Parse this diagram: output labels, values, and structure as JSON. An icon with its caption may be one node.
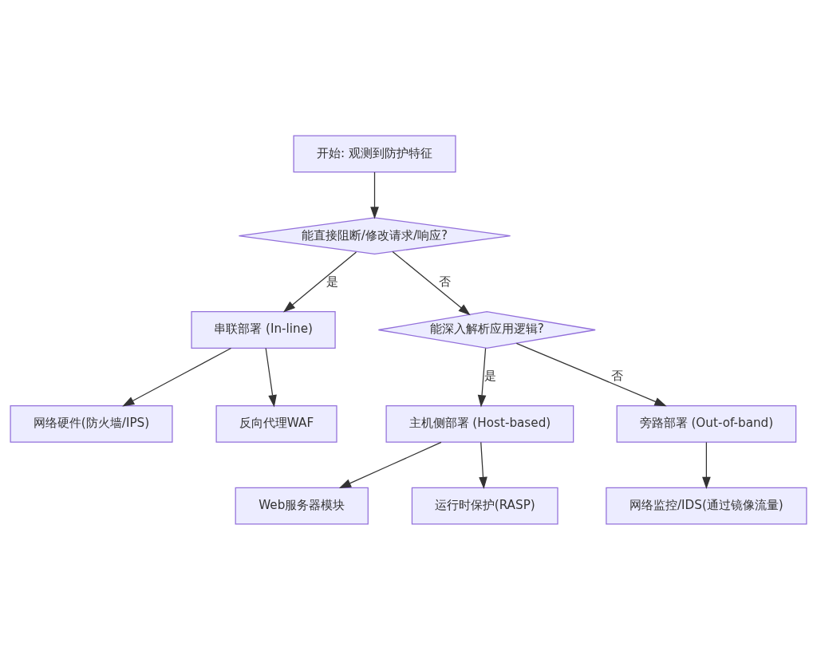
{
  "diagram": {
    "nodes": [
      {
        "text": [
          "开始: 观测到防护特征"
        ]
      },
      {
        "text": [
          "能直接阻断/修改请求/响应?"
        ]
      },
      {
        "text": [
          "串联部署 (In-line)"
        ]
      },
      {
        "text": [
          "能深入解析应用逻辑?"
        ]
      },
      {
        "text": [
          "网络硬件(防火墙/IPS)"
        ]
      },
      {
        "text": [
          "反向代理WAF"
        ]
      },
      {
        "text": [
          "主机侧部署 (Host-based)"
        ]
      },
      {
        "text": [
          "旁路部署 (Out-of-band)"
        ]
      },
      {
        "text": [
          "Web服务器模块"
        ]
      },
      {
        "text": [
          "运行时保护(RASP)"
        ]
      },
      {
        "text": [
          "网络监控/IDS(通过镜像流量)"
        ]
      }
    ],
    "edges": [
      {
        "from": 0,
        "to": 1,
        "arrow": "to"
      },
      {
        "from": 1,
        "to": 2,
        "arrow": "to",
        "label": "是"
      },
      {
        "from": 1,
        "to": 3,
        "arrow": "to",
        "label": "否"
      },
      {
        "from": 2,
        "to": 4,
        "arrow": "to"
      },
      {
        "from": 2,
        "to": 5,
        "arrow": "to"
      },
      {
        "from": 3,
        "to": 6,
        "arrow": "to",
        "label": "是"
      },
      {
        "from": 3,
        "to": 7,
        "arrow": "to",
        "label": "否"
      },
      {
        "from": 6,
        "to": 8,
        "arrow": "to"
      },
      {
        "from": 6,
        "to": 9,
        "arrow": "to"
      },
      {
        "from": 7,
        "to": 10,
        "arrow": "to"
      }
    ]
  }
}
